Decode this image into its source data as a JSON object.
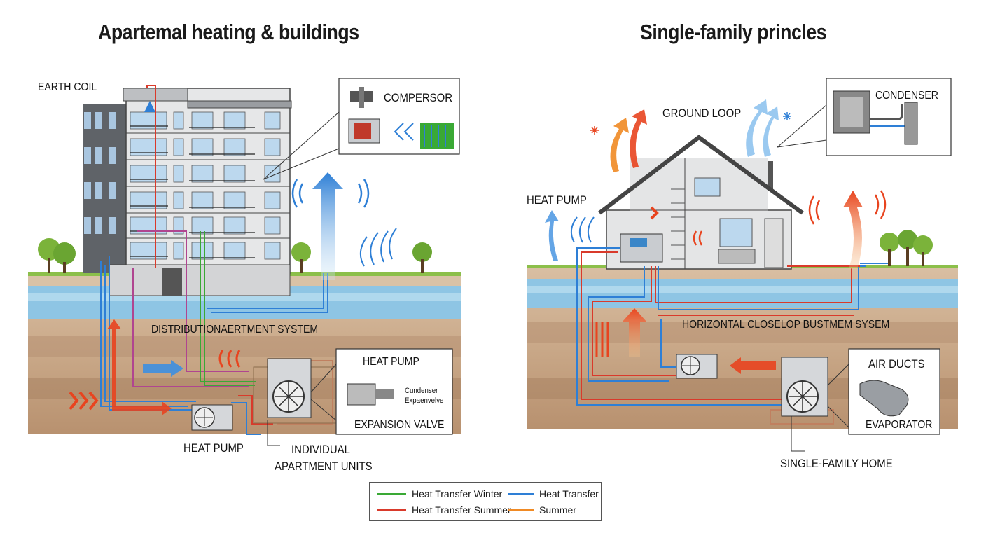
{
  "titles": {
    "left": "Apartemal heating & buildings",
    "right": "Single-family princles"
  },
  "labels": {
    "earth_coil": "EARTH COIL",
    "compressor": "COMPERSOR",
    "distribution": "DISTRIBUTIONAERTMENT SYSTEM",
    "heat_pump_box": "HEAT PUMP",
    "condenser_small": "Cundenser",
    "expansion_small": "Expaenvelve",
    "expansion_valve": "EXPANSION VALVE",
    "heat_pump_left": "HEAT PUMP",
    "individual_1": "INDIVIDUAL",
    "individual_2": "APARTMENT UNITS",
    "ground_loop": "GROUND LOOP",
    "condenser": "CONDENSER",
    "heat_pump_right": "HEAT PUMP",
    "horizontal": "HORIZONTAL CLOSELOP BUSTMEM SYSEM",
    "air_ducts": "AIR DUCTS",
    "evaporator": "EVAPORATOR",
    "single_family_home": "SINGLE-FAMILY HOME"
  },
  "legend": [
    {
      "label": "Heat Transfer Winter",
      "color": "#3aa935",
      "kind": "line"
    },
    {
      "label": "Heat Transfer",
      "color": "#2e7fd6",
      "kind": "arrow"
    },
    {
      "label": "Heat Transfer Summer",
      "color": "#d93a2b",
      "kind": "line"
    },
    {
      "label": "Summer",
      "color": "#f08a24",
      "kind": "arrow"
    }
  ],
  "colors": {
    "winter": "#3aa935",
    "summer": "#d93a2b",
    "blue": "#2e7fd6",
    "orange": "#f08a24",
    "water": "#8ec5e4",
    "grass": "#8cbf4a",
    "soil": "#c9a888"
  }
}
